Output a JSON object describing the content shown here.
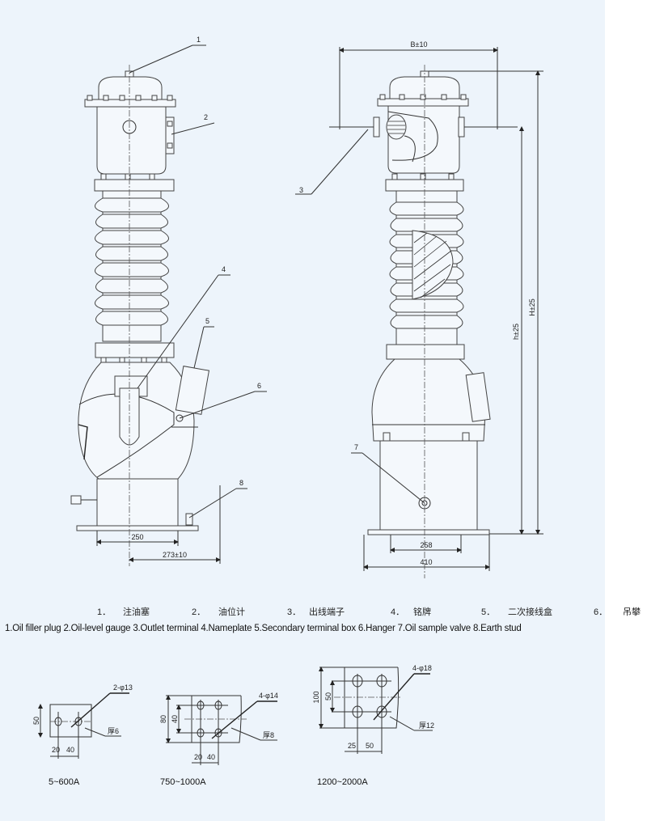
{
  "callouts": [
    "1",
    "2",
    "3",
    "4",
    "5",
    "6",
    "7",
    "8"
  ],
  "dimensions": {
    "front_base_width": "250",
    "front_depth": "273±10",
    "side_width": "B±10",
    "side_height_total": "H±25",
    "side_height_terminal": "h±25",
    "side_base_inner": "258",
    "side_base_outer": "410"
  },
  "legend_cn": [
    {
      "num": "1．",
      "label": "注油塞"
    },
    {
      "num": "2．",
      "label": "油位计"
    },
    {
      "num": "3．",
      "label": "出线端子"
    },
    {
      "num": "4．",
      "label": "铭牌"
    },
    {
      "num": "5．",
      "label": "二次接线盒"
    },
    {
      "num": "6．",
      "label": "吊攀"
    }
  ],
  "legend_en": "1.Oil filler plug  2.Oil-level gauge  3.Outlet terminal  4.Nameplate  5.Secondary terminal box  6.Hanger  7.Oil sample valve  8.Earth stud",
  "terminals": [
    {
      "caption": "5~600A",
      "holes": "2-φ13",
      "thickness": "厚6",
      "height": "50",
      "dim_a": "20",
      "dim_b": "40"
    },
    {
      "caption": "750~1000A",
      "holes": "4-φ14",
      "thickness": "厚8",
      "height": "80",
      "inner": "40",
      "dim_a": "20",
      "dim_b": "40"
    },
    {
      "caption": "1200~2000A",
      "holes": "4-φ18",
      "thickness": "厚12",
      "height": "100",
      "inner": "50",
      "dim_a": "25",
      "dim_b": "50"
    }
  ]
}
